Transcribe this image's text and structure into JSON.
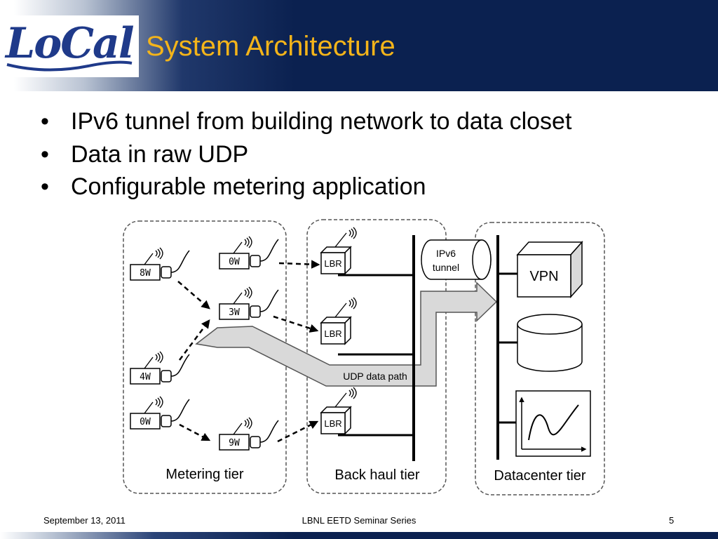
{
  "slide": {
    "title": "System Architecture",
    "logo_text": "LoCal",
    "bullets": [
      "IPv6 tunnel from building network to data closet",
      "Data in raw UDP",
      "Configurable metering application"
    ]
  },
  "diagram": {
    "tiers": {
      "metering": "Metering tier",
      "backhaul": "Back haul tier",
      "datacenter": "Datacenter tier"
    },
    "meters": [
      "8W",
      "0W",
      "3W",
      "4W",
      "0W",
      "9W"
    ],
    "lbr_label": "LBR",
    "tunnel_label_1": "IPv6",
    "tunnel_label_2": "tunnel",
    "udp_path_label": "UDP data path",
    "vpn_label": "VPN"
  },
  "footer": {
    "date": "September 13, 2011",
    "series": "LBNL EETD Seminar Series",
    "page_number": "5"
  },
  "colors": {
    "header_navy": "#0b2150",
    "title_gold": "#f4b41a",
    "logo_blue": "#1f3a8a",
    "arrow_fill": "#d9d9d9"
  }
}
